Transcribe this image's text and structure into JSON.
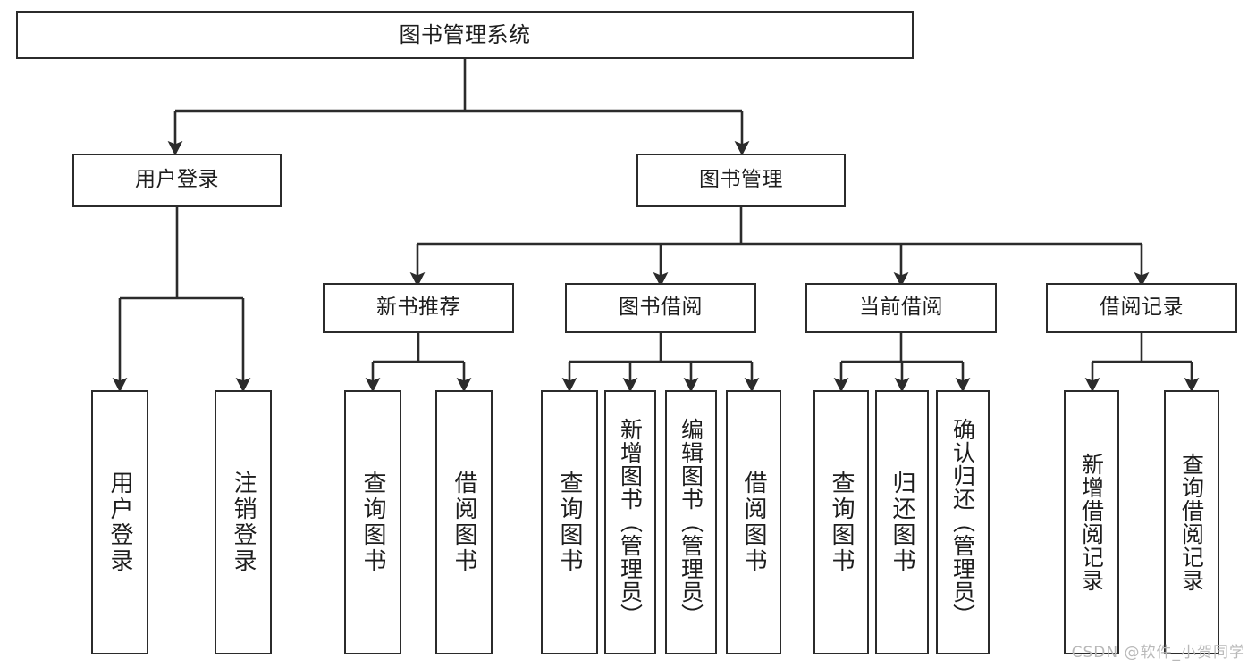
{
  "diagram": {
    "title": "图书管理系统",
    "type": "hierarchy-tree",
    "line_color": "#2b2b2b",
    "text_color": "#1d1d1d",
    "background": "#ffffff",
    "root": {
      "label": "图书管理系统"
    },
    "level2": [
      {
        "label": "用户登录"
      },
      {
        "label": "图书管理"
      }
    ],
    "level3": [
      {
        "label": "新书推荐"
      },
      {
        "label": "图书借阅"
      },
      {
        "label": "当前借阅"
      },
      {
        "label": "借阅记录"
      }
    ],
    "leaves": {
      "user_login": [
        {
          "label": "用户登录"
        },
        {
          "label": "注销登录"
        }
      ],
      "new_book_recommend": [
        {
          "label": "查询图书"
        },
        {
          "label": "借阅图书"
        }
      ],
      "book_borrow": [
        {
          "label": "查询图书"
        },
        {
          "label": "新增图书（管理员）"
        },
        {
          "label": "编辑图书（管理员）"
        },
        {
          "label": "借阅图书"
        }
      ],
      "current_borrow": [
        {
          "label": "查询图书"
        },
        {
          "label": "归还图书"
        },
        {
          "label": "确认归还（管理员）"
        }
      ],
      "borrow_record": [
        {
          "label": "新增借阅记录"
        },
        {
          "label": "查询借阅记录"
        }
      ]
    }
  },
  "watermark": {
    "text": "CSDN @软件_小贺同学"
  }
}
